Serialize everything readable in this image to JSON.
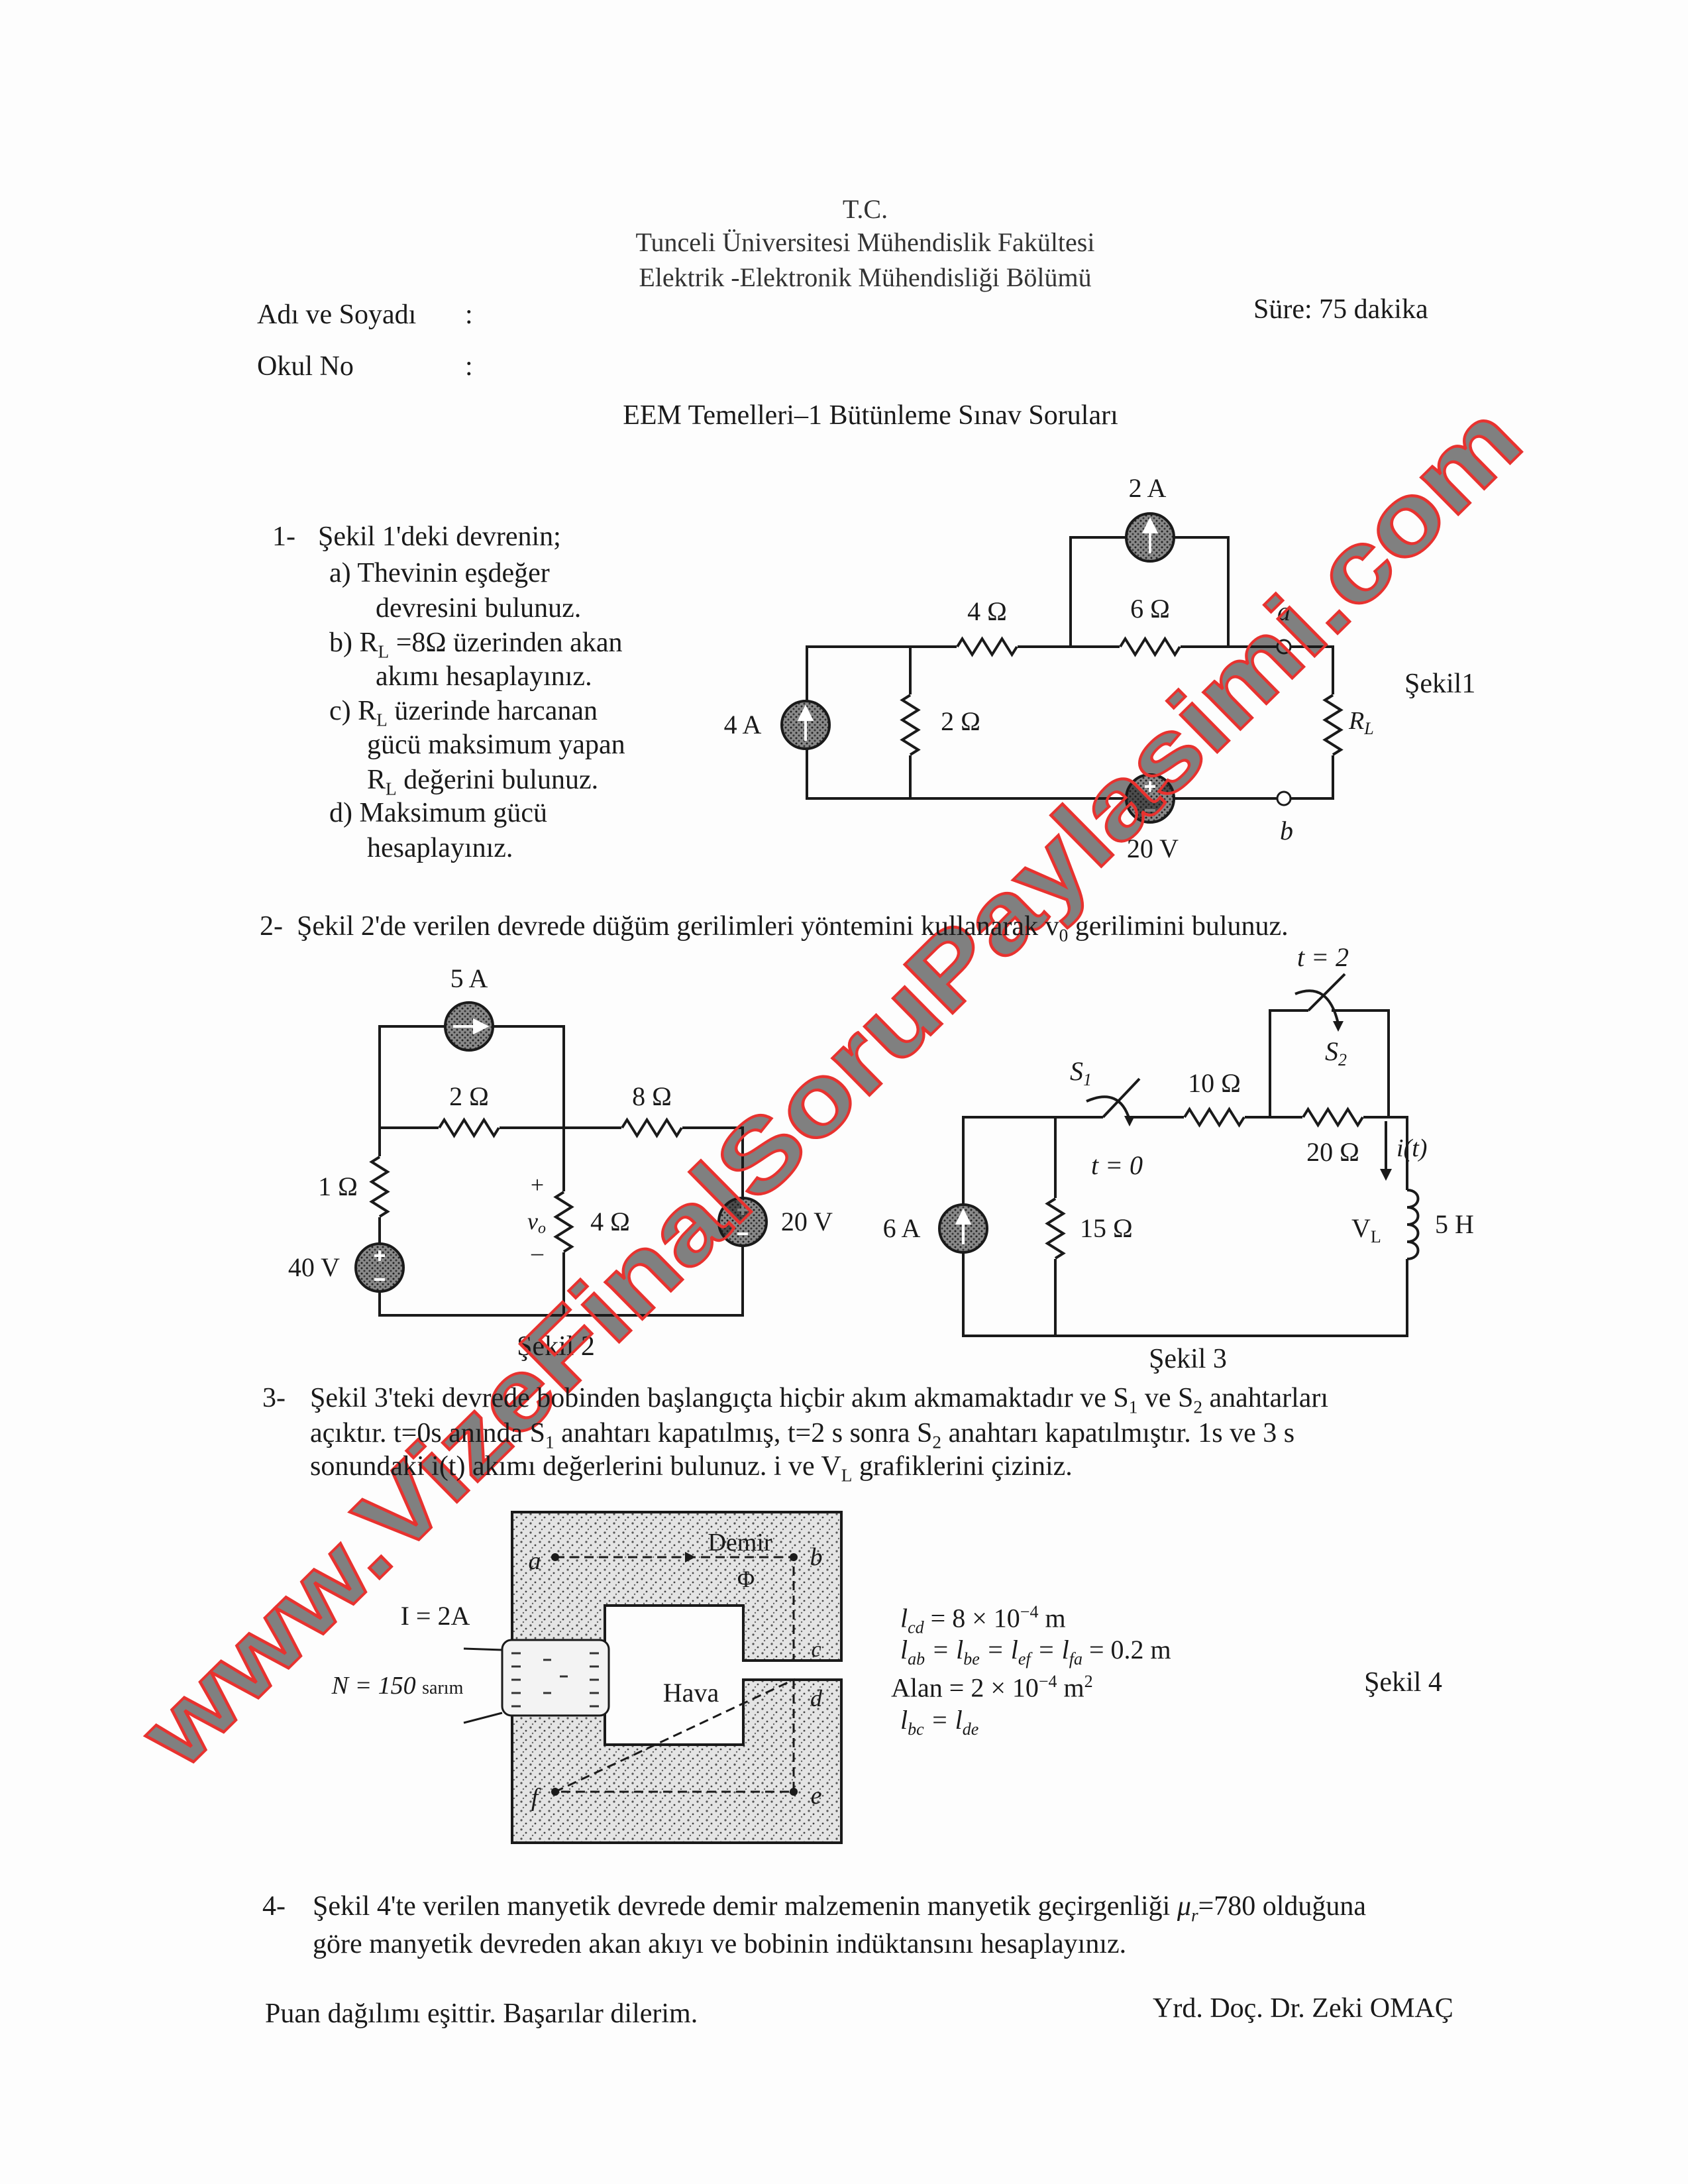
{
  "header": {
    "tc": "T.C.",
    "university": "Tunceli Üniversitesi Mühendislik Fakültesi",
    "department": "Elektrik -Elektronik Mühendisliği Bölümü",
    "name_label": "Adı ve Soyadı",
    "school_no_label": "Okul No",
    "colon": ":",
    "duration": "Süre: 75 dakika",
    "exam_title": "EEM Temelleri–1 Bütünleme Sınav Soruları"
  },
  "q1": {
    "number": "1-",
    "intro": "Şekil 1'deki devrenin;",
    "a_label": "a)",
    "a_line1": "Thevinin eşdeğer",
    "a_line2": "devresini bulunuz.",
    "b_label": "b)",
    "b_r": "R",
    "b_sub": "L",
    "b_rest": " =8Ω üzerinden akan",
    "b_line2": "akımı hesaplayınız.",
    "c_label": "c)",
    "c_r": "R",
    "c_sub": "L",
    "c_rest": " üzerinde harcanan",
    "c_line2": "gücü maksimum yapan",
    "c_line3_r": "R",
    "c_line3_sub": "L",
    "c_line3_rest": " değerini bulunuz.",
    "d_label": "d)",
    "d_line1": "Maksimum gücü",
    "d_line2": "hesaplayınız."
  },
  "fig1": {
    "source_top": "2 A",
    "r1": "4 Ω",
    "r2": "6 Ω",
    "terminal_a": "a",
    "terminal_b": "b",
    "source_left": "4 A",
    "r3": "2 Ω",
    "source_bottom": "20 V",
    "load_r": "R",
    "load_sub": "L",
    "caption": "Şekil1"
  },
  "q2": {
    "number": "2-",
    "text_pre": "Şekil 2'de verilen devrede düğüm gerilimleri yöntemini kullanarak v",
    "text_sub": "0",
    "text_post": " gerilimini bulunuz."
  },
  "fig2": {
    "source_top": "5 A",
    "r_top": "2 Ω",
    "r_right": "8 Ω",
    "r_left": "1 Ω",
    "source_left": "40 V",
    "plus": "+",
    "minus": "–",
    "vo": "v",
    "vo_sub": "o",
    "r_mid": "4 Ω",
    "source_right": "20 V",
    "caption": "Şekil 2"
  },
  "fig3": {
    "t2": "t = 2",
    "s2": "S",
    "s2_sub": "2",
    "s1": "S",
    "s1_sub": "1",
    "r1": "10 Ω",
    "r2": "20 Ω",
    "t0": "t = 0",
    "current": "i(t)",
    "source": "6 A",
    "r3": "15 Ω",
    "vl": "V",
    "vl_sub": "L",
    "inductor": "5 H",
    "caption": "Şekil 3"
  },
  "q3": {
    "number": "3-",
    "line1_a": "Şekil 3'teki devrede bobinden başlangıçta hiçbir akım akmamaktadır ve S",
    "line1_s1": "1",
    "line1_b": " ve S",
    "line1_s2": "2",
    "line1_c": " anahtarları",
    "line2_a": "açıktır. t=0s anında S",
    "line2_s1": "1",
    "line2_b": " anahtarı kapatılmış, t=2 s sonra S",
    "line2_s2": "2",
    "line2_c": " anahtarı kapatılmıştır. 1s ve 3 s",
    "line3_a": "sonundaki i(t) akımı değerlerini bulunuz. i ve V",
    "line3_sub": "L",
    "line3_b": " grafiklerini çiziniz."
  },
  "fig4": {
    "iron": "Demir",
    "flux": "Φ",
    "current": "I = 2A",
    "turns": "N = 150",
    "turns_unit": "sarım",
    "air": "Hava",
    "pt_a": "a",
    "pt_b": "b",
    "pt_c": "c",
    "pt_d": "d",
    "pt_e": "e",
    "pt_f": "f",
    "eq1": "l",
    "eq1_sub": "cd",
    "eq1_rest": " = 8 × 10",
    "eq1_exp": "−4",
    "eq1_unit": " m",
    "eq2_l1": "l",
    "eq2_s1": "ab",
    "eq2_l2": " = l",
    "eq2_s2": "be",
    "eq2_l3": " = l",
    "eq2_s3": "ef",
    "eq2_l4": " = l",
    "eq2_s4": "fa",
    "eq2_rest": " = 0.2 m",
    "eq3": "Alan = 2 × 10",
    "eq3_exp": "−4",
    "eq3_unit": " m",
    "eq3_unit_exp": "2",
    "eq4": "l",
    "eq4_sub": "bc",
    "eq4_mid": " = l",
    "eq4_sub2": "de",
    "caption": "Şekil 4"
  },
  "q4": {
    "number": "4-",
    "line1_a": "Şekil 4'te verilen manyetik devrede demir malzemenin manyetik geçirgenliği ",
    "line1_mu": "μ",
    "line1_mu_sub": "r",
    "line1_b": "=780 olduğuna",
    "line2": "göre manyetik devreden akan akıyı ve bobinin indüktansını hesaplayınız."
  },
  "footer": {
    "note": "Puan dağılımı eşittir. Başarılar dilerim.",
    "signature": "Yrd. Doç. Dr. Zeki OMAÇ"
  },
  "watermark": "www.VizeFinalSoruPaylasimi.com"
}
